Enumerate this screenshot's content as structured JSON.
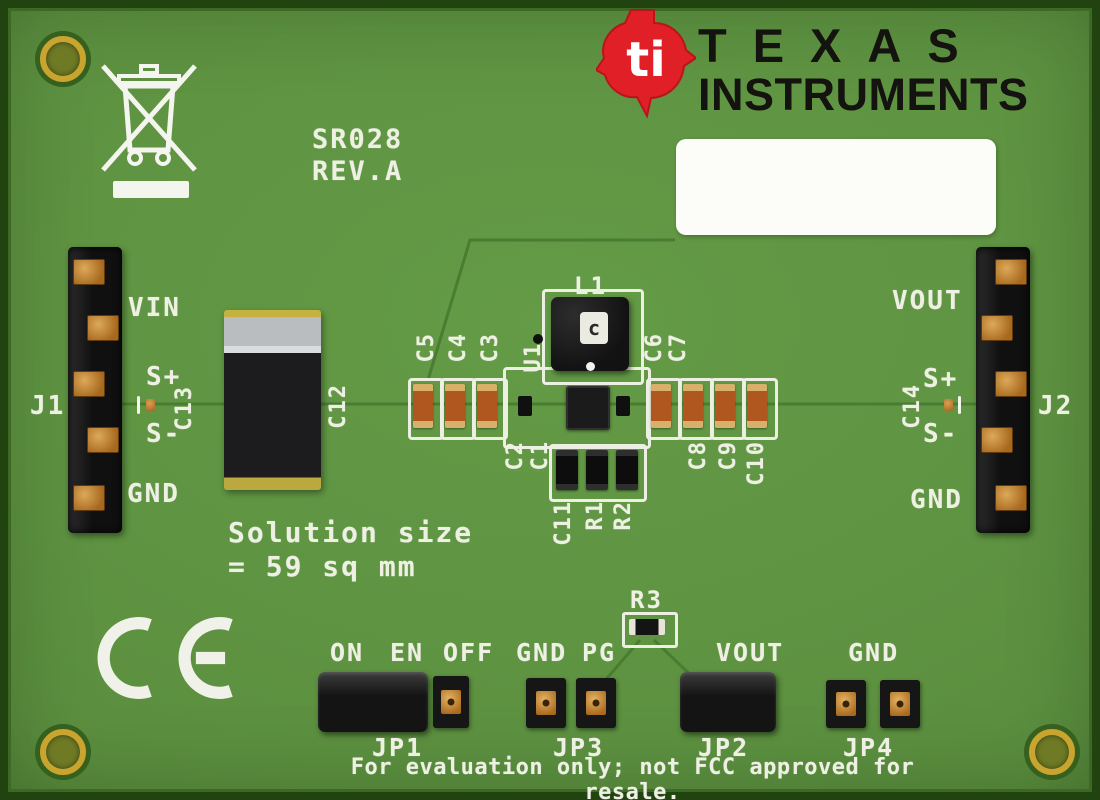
{
  "brand": {
    "name_line1": "TEXAS",
    "name_line2": "INSTRUMENTS",
    "logo_monogram": "ti"
  },
  "silkscreen": {
    "board_rev_line1": "SR028",
    "board_rev_line2": "REV.A",
    "solution_size_line1": "Solution size",
    "solution_size_line2": "= 59 sq mm",
    "eval_notice": "For evaluation only; not FCC approved for resale.",
    "ce_mark": "CE"
  },
  "connectors": {
    "j1": {
      "ref": "J1",
      "pin_labels": [
        "VIN",
        "S+",
        "S-",
        "GND"
      ]
    },
    "j2": {
      "ref": "J2",
      "pin_labels": [
        "VOUT",
        "S+",
        "S-",
        "GND"
      ]
    }
  },
  "components": {
    "c13": "C13",
    "c12": "C12",
    "c5": "C5",
    "c4": "C4",
    "c3": "C3",
    "u1": "U1",
    "l1": "L1",
    "l1_marking": "c",
    "c6": "C6",
    "c7": "C7",
    "c2": "C2",
    "c1": "C1",
    "c11": "C11",
    "r1": "R1",
    "r2": "R2",
    "c8": "C8",
    "c9": "C9",
    "c10": "C10",
    "c14": "C14",
    "r3": "R3"
  },
  "jumpers": {
    "jp1": {
      "ref": "JP1",
      "labels": [
        "ON",
        "EN",
        "OFF"
      ]
    },
    "jp3": {
      "ref": "JP3",
      "labels": [
        "GND",
        "PG"
      ]
    },
    "jp2": {
      "ref": "JP2",
      "labels": [
        "VOUT"
      ]
    },
    "jp4": {
      "ref": "JP4",
      "labels": [
        "GND"
      ]
    }
  },
  "colors": {
    "pcb_green": "#5c9040",
    "silkscreen_white": "#eef0e4",
    "ti_red": "#e01f26",
    "copper_gold": "#c5882f",
    "component_black": "#141414"
  }
}
